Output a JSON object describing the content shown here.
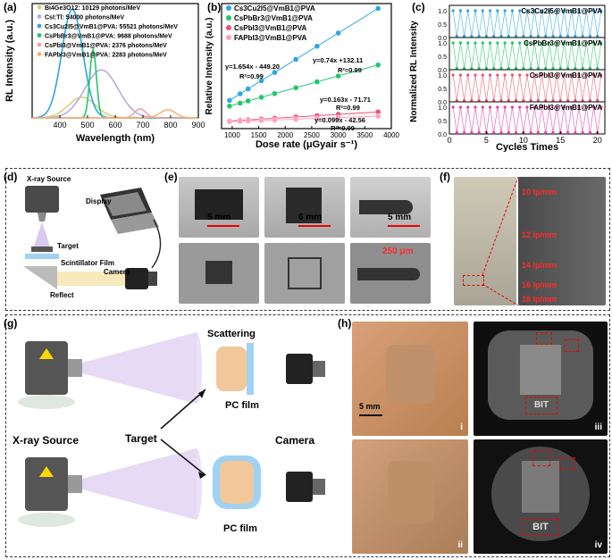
{
  "panels": {
    "a": {
      "label": "(a)",
      "legend": [
        "Bi4Ge3O12: 10129 photons/MeV",
        "CsI:Tl: 54000 photons/MeV",
        "Cs3Cu2I5@VmB1@PVA: 55521 photons/MeV",
        "CsPbBr3@VmB1@PVA: 9688 photons/MeV",
        "CsPbI3@VmB1@PVA: 2376 photons/MeV",
        "FAPbI3@VmB1@PVA: 2283 photons/MeV"
      ]
    },
    "b": {
      "label": "(b)",
      "fits": [
        "y=1.654x - 449.20",
        "R²=0.99",
        "y=0.74x +132.11",
        "R²=0.99",
        "y=0.163x - 71.71",
        "R²=0.99",
        "y=0.099x - 42.56",
        "R²=0.99"
      ]
    },
    "c": {
      "label": "(c)",
      "subplots": [
        "Cs3Cu2I5@VmB1@PVA",
        "CsPbBr3@VmB1@PVA",
        "CsPbI3@VmB1@PVA",
        "FAPbI3@VmB1@PVA"
      ]
    },
    "d": {
      "label": "(d)",
      "xray_source": "X-ray Source",
      "display": "Display",
      "target": "Target",
      "scintillator": "Scintillator Film",
      "camera": "Camera",
      "reflect": "Reflect"
    },
    "e": {
      "label": "(e)",
      "scales": [
        "5 mm",
        "6 mm",
        "5 mm",
        "250 μm"
      ]
    },
    "f": {
      "label": "(f)",
      "lp": [
        "10 lp/mm",
        "12 lp/mm",
        "14 lp/mm",
        "16 lp/mm",
        "18 lp/mm"
      ]
    },
    "g": {
      "label": "(g)",
      "scattering": "Scattering",
      "pc_film_top": "PC film",
      "pc_film_bottom": "PC film",
      "xray_source": "X-ray Source",
      "target": "Target",
      "camera": "Camera"
    },
    "h": {
      "label": "(h)",
      "scale": "5 mm",
      "sub": [
        "i",
        "ii",
        "iii",
        "iv"
      ],
      "logo": "BIT"
    }
  },
  "chart_data": [
    {
      "type": "line",
      "xlabel": "Wavelength (nm)",
      "ylabel": "RL Intensity (a.u.)",
      "xlim": [
        300,
        900
      ],
      "xticks": [
        400,
        500,
        600,
        700,
        800,
        900
      ],
      "series": [
        {
          "name": "Bi4Ge3O12: 10129 photons/MeV",
          "color": "#d9cf7a",
          "peak": 480,
          "width": 50,
          "amp": 0.18
        },
        {
          "name": "CsI:Tl: 54000 photons/MeV",
          "color": "#b9a9e6",
          "peak": 550,
          "width": 60,
          "amp": 0.42
        },
        {
          "name": "Cs3Cu2I5@VmB1@PVA: 55521 photons/MeV",
          "color": "#2ca7e0",
          "peak": 445,
          "width": 38,
          "amp": 0.95
        },
        {
          "name": "CsPbBr3@VmB1@PVA: 9688 photons/MeV",
          "color": "#1ec86a",
          "peak": 520,
          "width": 12,
          "amp": 0.6
        },
        {
          "name": "CsPbI3@VmB1@PVA: 2376 photons/MeV",
          "color": "#f4a0a8",
          "peak": 690,
          "width": 20,
          "amp": 0.08
        },
        {
          "name": "FAPbI3@VmB1@PVA: 2283 photons/MeV",
          "color": "#ffb07a",
          "peak": 790,
          "width": 28,
          "amp": 0.07
        }
      ]
    },
    {
      "type": "scatter",
      "xlabel": "Dose rate (μGyair s⁻¹)",
      "ylabel": "Relative Intensity (a.u.)",
      "xlim": [
        800,
        4000
      ],
      "xticks": [
        1000,
        1500,
        2000,
        2500,
        3000,
        3500,
        4000
      ],
      "x": [
        950,
        1150,
        1300,
        1550,
        1800,
        2200,
        2600,
        3000,
        3750
      ],
      "series": [
        {
          "name": "Cs3Cu2I5@VmB1@PVA",
          "color": "#2ca7e0",
          "slope": 1.654,
          "intercept": -449.2
        },
        {
          "name": "CsPbBr3@VmB1@PVA",
          "color": "#1ec86a",
          "slope": 0.74,
          "intercept": 132.11
        },
        {
          "name": "CsPbI3@VmB1@PVA",
          "color": "#f05070",
          "slope": 0.163,
          "intercept": -71.71
        },
        {
          "name": "FAPbI3@VmB1@PVA",
          "color": "#ff9fc0",
          "slope": 0.099,
          "intercept": -42.56
        }
      ]
    },
    {
      "type": "line",
      "xlabel": "Cycles Times",
      "ylabel": "Normalized RL Intensity",
      "xlim": [
        0,
        21
      ],
      "xticks": [
        0,
        5,
        10,
        15,
        20
      ],
      "ylim": [
        0,
        1.2
      ],
      "yticks": [
        "0.0",
        "0.5",
        "1.0"
      ],
      "series": [
        {
          "name": "Cs3Cu2I5@VmB1@PVA",
          "color": "#2ca7e0"
        },
        {
          "name": "CsPbBr3@VmB1@PVA",
          "color": "#1ec86a"
        },
        {
          "name": "CsPbI3@VmB1@PVA",
          "color": "#f05070"
        },
        {
          "name": "FAPbI3@VmB1@PVA",
          "color": "#e040b0"
        }
      ]
    }
  ]
}
